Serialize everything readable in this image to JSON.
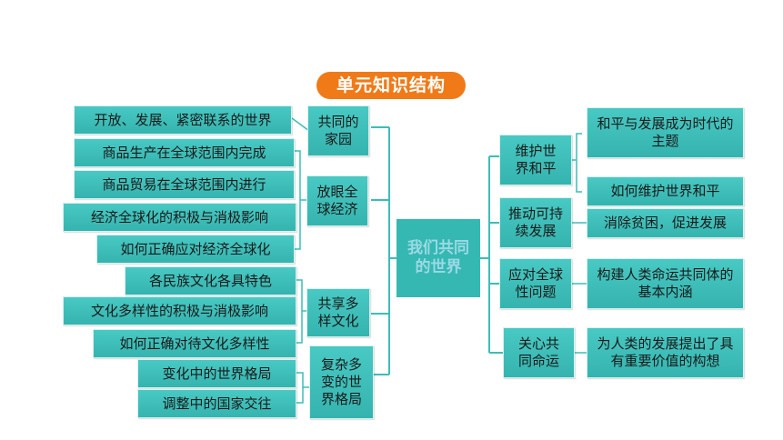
{
  "title": "单元知识结构",
  "center": "我们共同的世界",
  "left": [
    {
      "topic": "共同的家园",
      "items": [
        "开放、发展、紧密联系的世界"
      ]
    },
    {
      "topic": "放眼全球经济",
      "items": [
        "商品生产在全球范围内完成",
        "商品贸易在全球范围内进行",
        "经济全球化的积极与消极影响",
        "如何正确应对经济全球化"
      ]
    },
    {
      "topic": "共享多样文化",
      "items": [
        "各民族文化各具特色",
        "文化多样性的积极与消极影响",
        "如何正确对待文化多样性"
      ]
    },
    {
      "topic": "复杂多变的世界格局",
      "items": [
        "变化中的世界格局",
        "调整中的国家交往"
      ]
    }
  ],
  "right": [
    {
      "topic": "维护世界和平",
      "items": [
        "和平与发展成为时代的主题",
        "如何维护世界和平"
      ]
    },
    {
      "topic": "推动可持续发展",
      "items": [
        "消除贫困，促进发展"
      ]
    },
    {
      "topic": "应对全球性问题",
      "items": [
        "构建人类命运共同体的基本内涵"
      ]
    },
    {
      "topic": "关心共同命运",
      "items": [
        "为人类的发展提出了具有重要价值的构想"
      ]
    }
  ],
  "colors": {
    "box": "#3dbdb8",
    "title": "#f07a18",
    "line": "#3dbdb8"
  }
}
